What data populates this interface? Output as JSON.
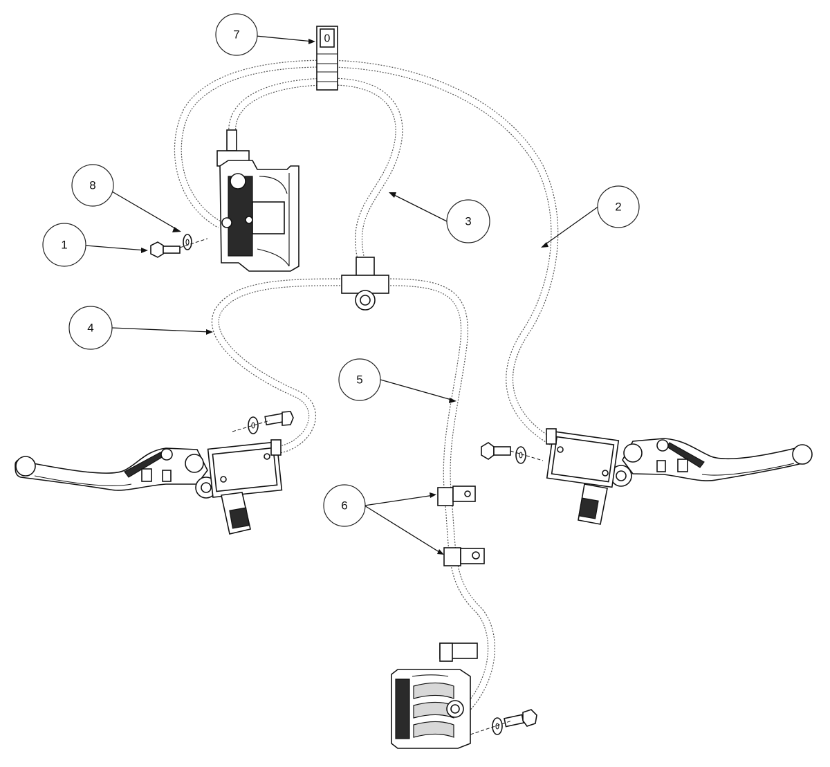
{
  "diagram": {
    "callouts": [
      {
        "id": "1",
        "label": "1"
      },
      {
        "id": "2",
        "label": "2"
      },
      {
        "id": "3",
        "label": "3"
      },
      {
        "id": "4",
        "label": "4"
      },
      {
        "id": "5",
        "label": "5"
      },
      {
        "id": "6",
        "label": "6"
      },
      {
        "id": "7",
        "label": "7"
      },
      {
        "id": "8",
        "label": "8"
      }
    ],
    "colors": {
      "line": "#111111",
      "hose": "#555555",
      "background": "#ffffff",
      "shading": "#2a2a2a"
    }
  }
}
